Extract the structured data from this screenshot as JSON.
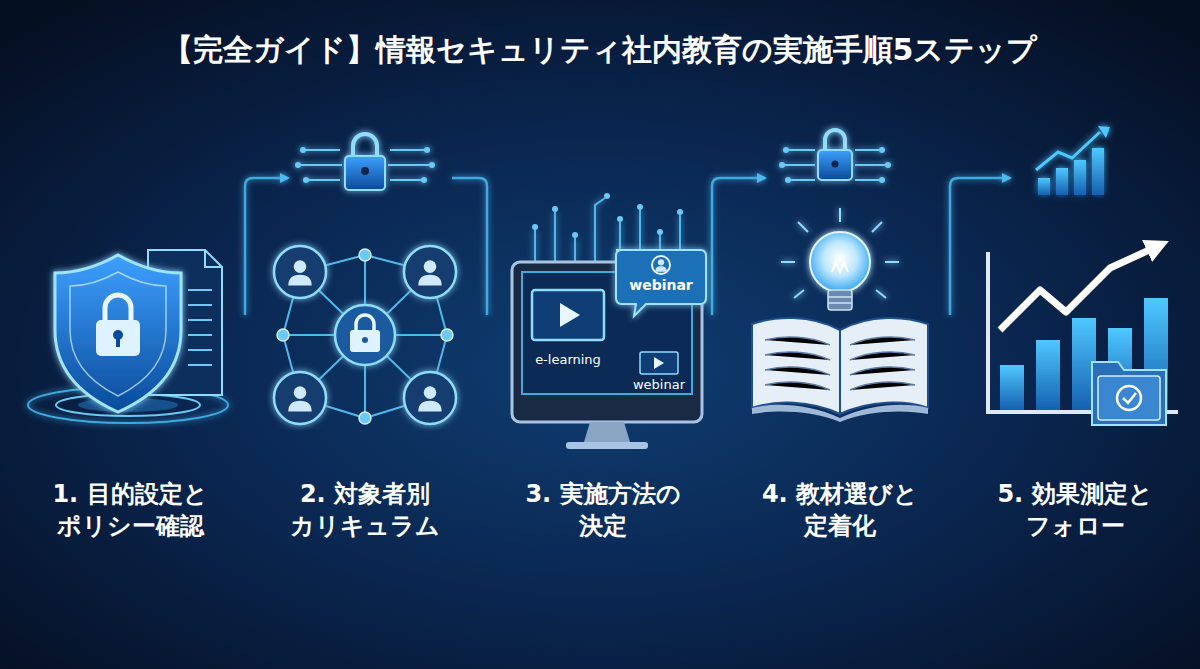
{
  "diagram": {
    "title": "【完全ガイド】情報セキュリティ社内教育の実施手順5ステップ",
    "nodes": [
      {
        "text": [
          "1. 目的設定と ポリシー確認"
        ]
      },
      {
        "text": [
          "2. 対象者別 カリキュラム"
        ]
      },
      {
        "text": [
          "3. 実施方法の 決定"
        ]
      },
      {
        "text": [
          "4. 教材選びと 定着化"
        ]
      },
      {
        "text": [
          "5. 効果測定と フォロー"
        ]
      }
    ],
    "edges": [
      {
        "from": 0,
        "to": 1,
        "arrow": "to"
      },
      {
        "from": 1,
        "to": 2,
        "arrow": "to"
      },
      {
        "from": 2,
        "to": 3,
        "arrow": "to"
      },
      {
        "from": 3,
        "to": 4,
        "arrow": "to"
      }
    ],
    "labels": [
      "webinar",
      "e-learning",
      "webinar"
    ]
  }
}
